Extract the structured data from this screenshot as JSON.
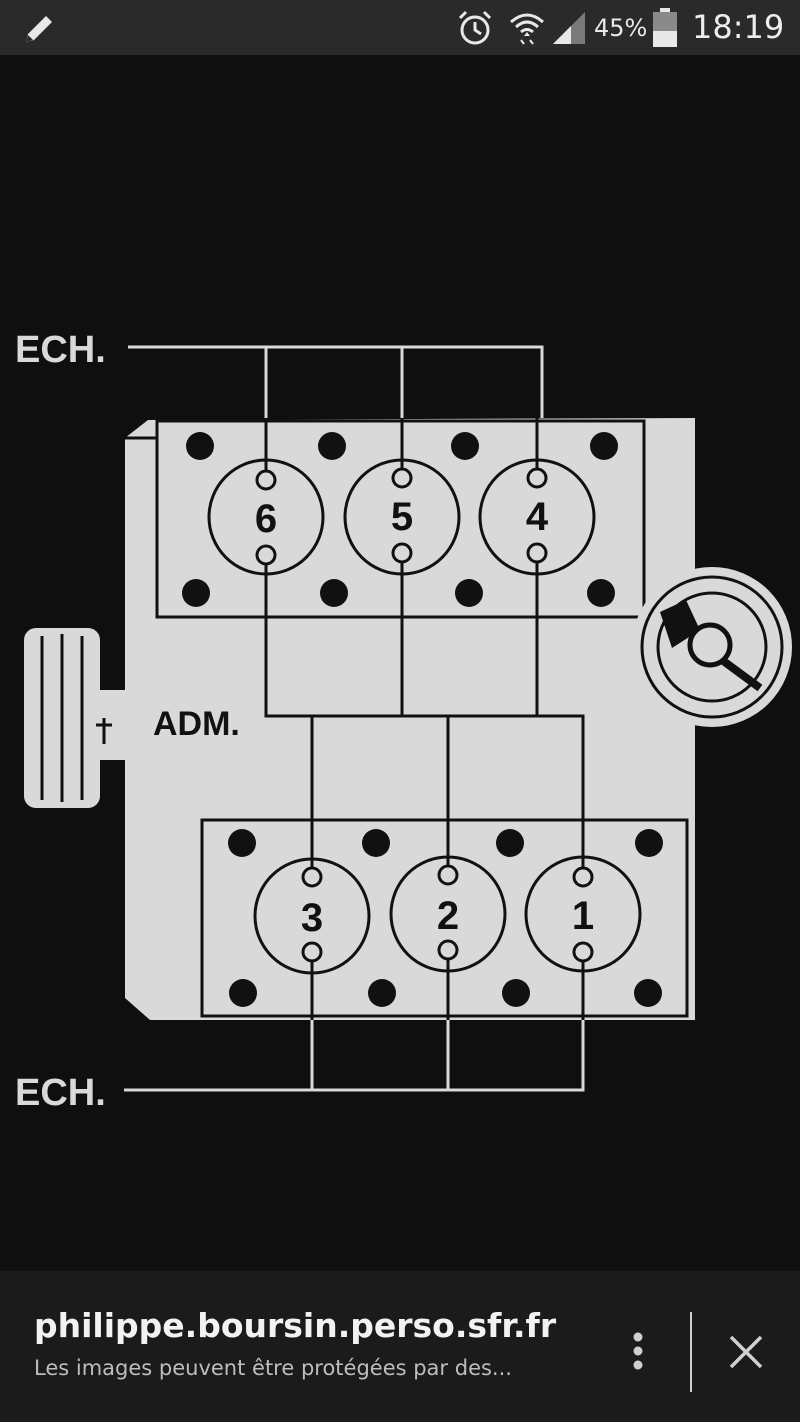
{
  "status_bar": {
    "battery_percent": "45%",
    "time": "18:19",
    "icons": [
      "edit-icon",
      "alarm-icon",
      "wifi-icon",
      "signal-icon",
      "battery-icon"
    ]
  },
  "diagram": {
    "exhaust_label_top": "ECH.",
    "exhaust_label_bottom": "ECH.",
    "intake_label": "ADM.",
    "cylinders_upper": [
      "6",
      "5",
      "4"
    ],
    "cylinders_lower": [
      "3",
      "2",
      "1"
    ]
  },
  "source": {
    "domain": "philippe.boursin.perso.sfr.fr",
    "notice": "Les images peuvent être protégées par des..."
  },
  "colors": {
    "ink": "#d9d9d9",
    "background": "#0f0f0f"
  }
}
